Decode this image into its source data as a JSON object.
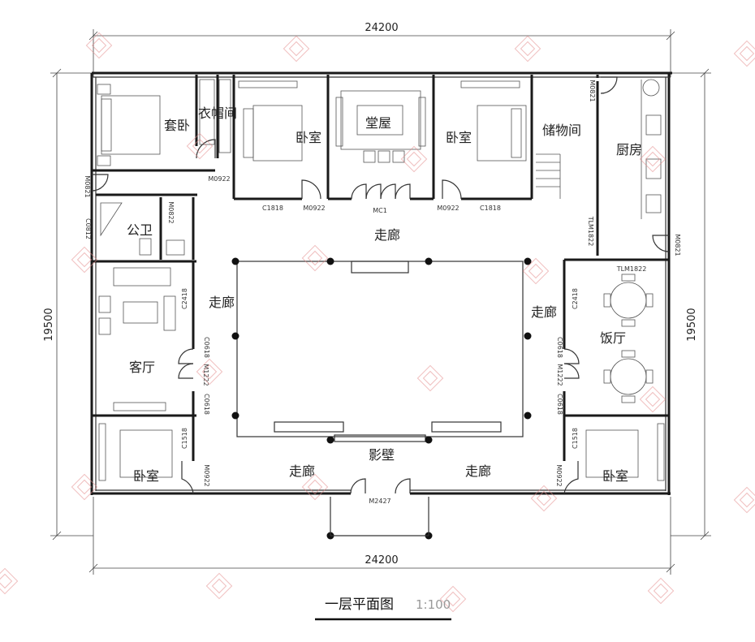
{
  "title": "一层平面图",
  "scale": "1:100",
  "dimensions": {
    "width_top": "24200",
    "width_bottom": "24200",
    "height_left": "19500",
    "height_right": "19500"
  },
  "rooms": {
    "suite_bedroom": "套卧",
    "closet": "衣帽间",
    "bedroom_nw": "卧室",
    "main_hall": "堂屋",
    "bedroom_ne": "卧室",
    "storage": "储物间",
    "kitchen": "厨房",
    "bathroom": "公卫",
    "living_room": "客厅",
    "dining_room": "饭厅",
    "bedroom_sw": "卧室",
    "bedroom_se": "卧室",
    "corridor_north": "走廊",
    "corridor_west": "走廊",
    "corridor_east": "走廊",
    "corridor_south_w": "走廊",
    "corridor_south_e": "走廊",
    "screen_wall": "影壁"
  },
  "tags": {
    "m0922_a": "M0922",
    "m0821_a": "M0821",
    "c1818_a": "C1818",
    "m0922_b": "M0922",
    "mc1": "MC1",
    "m0922_c": "M0922",
    "c1818_b": "C1818",
    "m0821_b": "M0821",
    "m0821_c": "M0821",
    "tlm1822_a": "TLM1822",
    "tlm1822_b": "TLM1822",
    "c0812": "C0812",
    "m0822": "M0822",
    "c2418_a": "C2418",
    "c2418_b": "C2418",
    "c0618_a": "C0618",
    "c0618_b": "C0618",
    "c0618_c": "C0618",
    "c0618_d": "C0618",
    "m1222_a": "M1222",
    "m1222_b": "M1222",
    "c1518_a": "C1518",
    "c1518_b": "C1518",
    "m0922_d": "M0922",
    "m0922_e": "M0922",
    "m2427": "M2427"
  },
  "colors": {
    "wall": "#1a1a1a",
    "watermark": "#e38a8a"
  }
}
